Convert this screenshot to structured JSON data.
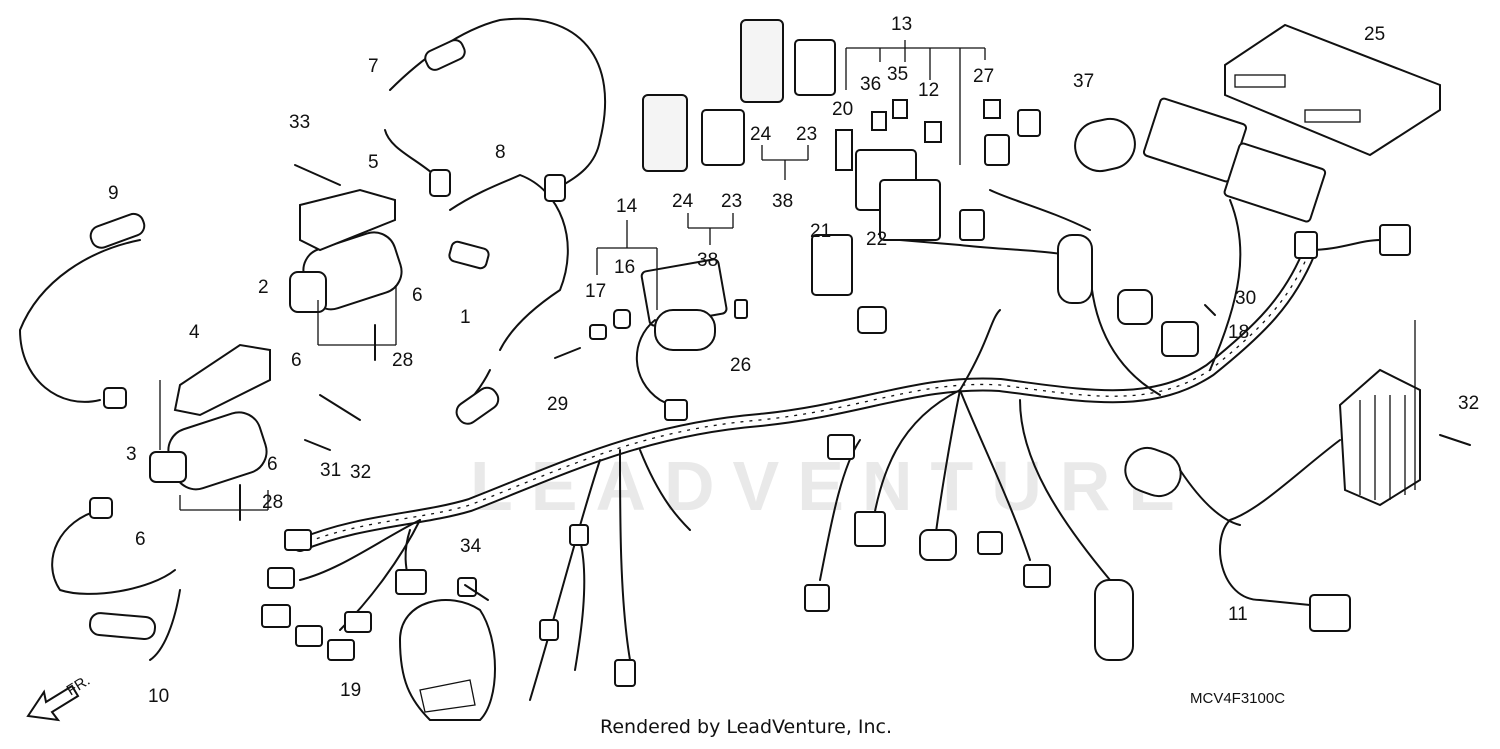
{
  "diagram": {
    "code": "MCV4F3100C",
    "footer": "Rendered by LeadVenture, Inc.",
    "watermark": "LEADVENTURE",
    "front_marker": "FR.",
    "callouts": {
      "c1": "1",
      "c2": "2",
      "c3": "3",
      "c4": "4",
      "c5": "5",
      "c6a": "6",
      "c6b": "6",
      "c6c": "6",
      "c6d": "6",
      "c7": "7",
      "c8": "8",
      "c9": "9",
      "c10": "10",
      "c11": "11",
      "c12": "12",
      "c13": "13",
      "c14": "14",
      "c16": "16",
      "c17": "17",
      "c18": "18",
      "c19": "19",
      "c20": "20",
      "c21": "21",
      "c22": "22",
      "c23a": "23",
      "c23b": "23",
      "c24a": "24",
      "c24b": "24",
      "c25": "25",
      "c26": "26",
      "c27": "27",
      "c28a": "28",
      "c28b": "28",
      "c29": "29",
      "c30": "30",
      "c31": "31",
      "c32a": "32",
      "c32b": "32",
      "c33": "33",
      "c34": "34",
      "c35": "35",
      "c36": "36",
      "c37": "37",
      "c38a": "38",
      "c38b": "38"
    }
  }
}
